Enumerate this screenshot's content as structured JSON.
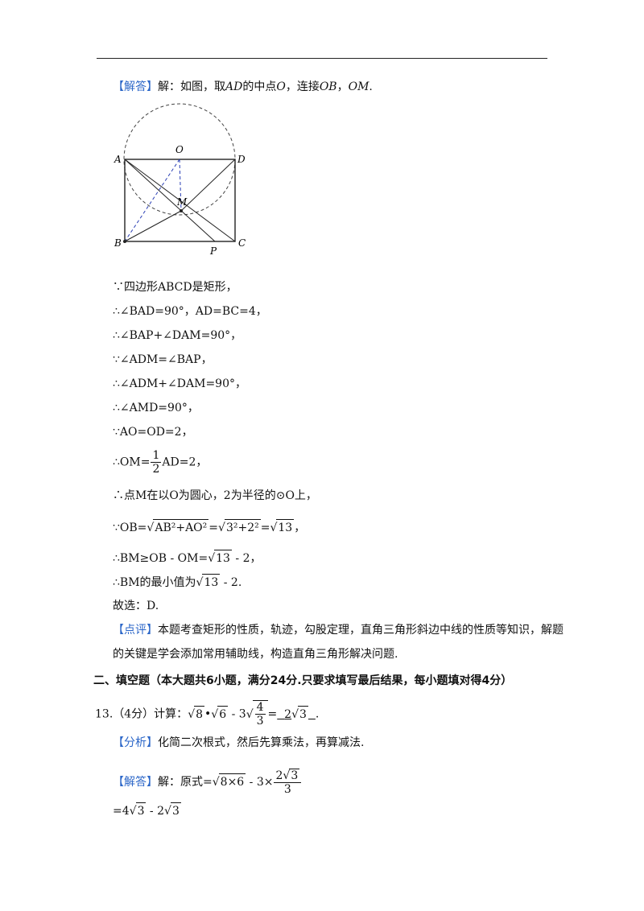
{
  "answer_intro": {
    "tag": "【解答】",
    "text_prefix": "解：如图，取",
    "AD": "AD",
    "mid": "的中点",
    "O": "O",
    "connect": "，连接",
    "OB": "OB",
    "sep": "，",
    "OM": "OM",
    "end": "."
  },
  "diagram": {
    "labels": {
      "A": "A",
      "B": "B",
      "C": "C",
      "D": "D",
      "O": "O",
      "M": "M",
      "P": "P"
    },
    "line_color": "#222222",
    "dashed_color": "#2a3fb5"
  },
  "steps": [
    "∵四边形ABCD是矩形，",
    "∴∠BAD=90°，AD=BC=4，",
    "∴∠BAP+∠DAM=90°，",
    "∵∠ADM=∠BAP，",
    "∴∠ADM+∠DAM=90°，",
    "∴∠AMD=90°，",
    "∵AO=OD=2，"
  ],
  "om_line": {
    "prefix": "∴OM=",
    "num": "1",
    "den": "2",
    "suffix": "AD=2，"
  },
  "circle_line": "∴点M在以O为圆心，2为半径的⊙O上，",
  "ob_line": {
    "prefix": "∵OB=",
    "rad1": "AB²+AO²",
    "eq1": "=",
    "rad2": "3²+2²",
    "eq2": "=",
    "rad3": "13",
    "end": "，"
  },
  "bm_line": {
    "prefix": "∴BM≥OB - OM=",
    "rad": "13",
    "end": " - 2，"
  },
  "bm_min": {
    "prefix": "∴BM的最小值为",
    "rad": "13",
    "end": " - 2."
  },
  "choice": "故选：D.",
  "comment": {
    "tag": "【点评】",
    "line1": "本题考查矩形的性质，轨迹，勾股定理，直角三角形斜边中线的性质等知识，解题",
    "line2": "的关键是学会添加常用辅助线，构造直角三角形解决问题."
  },
  "section_heading": "二、填空题（本大题共6小题，满分24分.只要求填写最后结果，每小题填对得4分）",
  "q13": {
    "number": "13.",
    "points": "（4分）计算：",
    "rad_a": "8",
    "dot": "•",
    "rad_b": "6",
    "minus": " - 3",
    "frac_num": "4",
    "frac_den": "3",
    "eq": "=",
    "answer_coef": "2",
    "answer_rad": "3",
    "end": "."
  },
  "analysis": {
    "tag": "【分析】",
    "text": "化简二次根式，然后先算乘法，再算减法."
  },
  "answer13": {
    "tag": "【解答】",
    "text": "解：原式=",
    "rad": "8×6",
    "mid": " - 3×",
    "frac_num_coef": "2",
    "frac_num_rad": "3",
    "frac_den": "3"
  },
  "final_line": {
    "prefix": "=4",
    "rad1": "3",
    "mid": " - 2",
    "rad2": "3"
  }
}
